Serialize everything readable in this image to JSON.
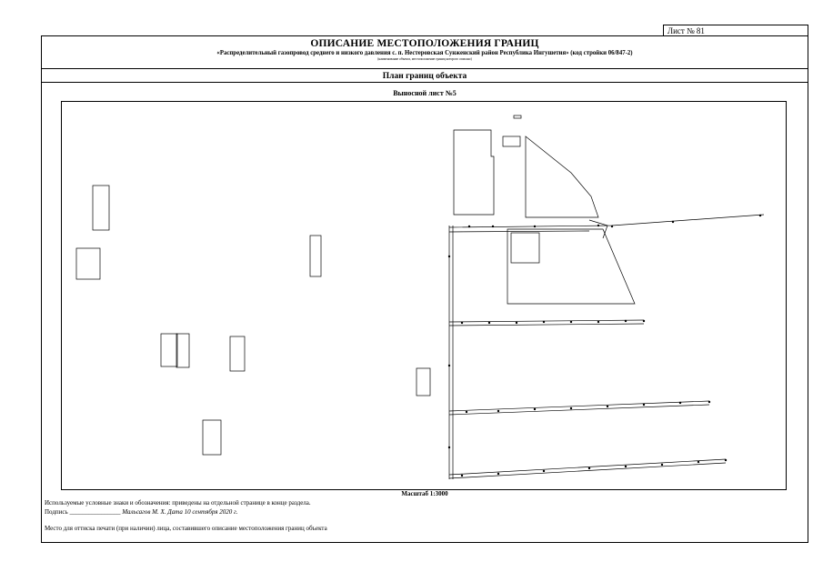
{
  "sheet_number": "Лист № 81",
  "header": {
    "title": "ОПИСАНИЕ МЕСТОПОЛОЖЕНИЯ ГРАНИЦ",
    "object_name": "«Распределительный газопровод среднего и низкого давления с. п. Нестеровская Сунженский район Республика Ингушетия» (код стройки 06/847-2)",
    "object_caption": "(наименование объекта, местоположение границ которого описано)"
  },
  "plan_title": "План границ объекта",
  "sheet_caption": "Выносной лист №5",
  "scale": "Масштаб 1:3000",
  "footer": {
    "legend_note": "Используемые условные знаки и обозначения: приведены на отдельной странице в конце раздела.",
    "signature_label": "Подпись",
    "signature_line": "________________",
    "signer": "Мальсагов М. Х.",
    "date_label": "Дата",
    "date": "10 сентября 2020 г.",
    "stamp_note": "Место для оттиска печати (при наличии) лица, составившего описание местоположения границ объекта"
  }
}
